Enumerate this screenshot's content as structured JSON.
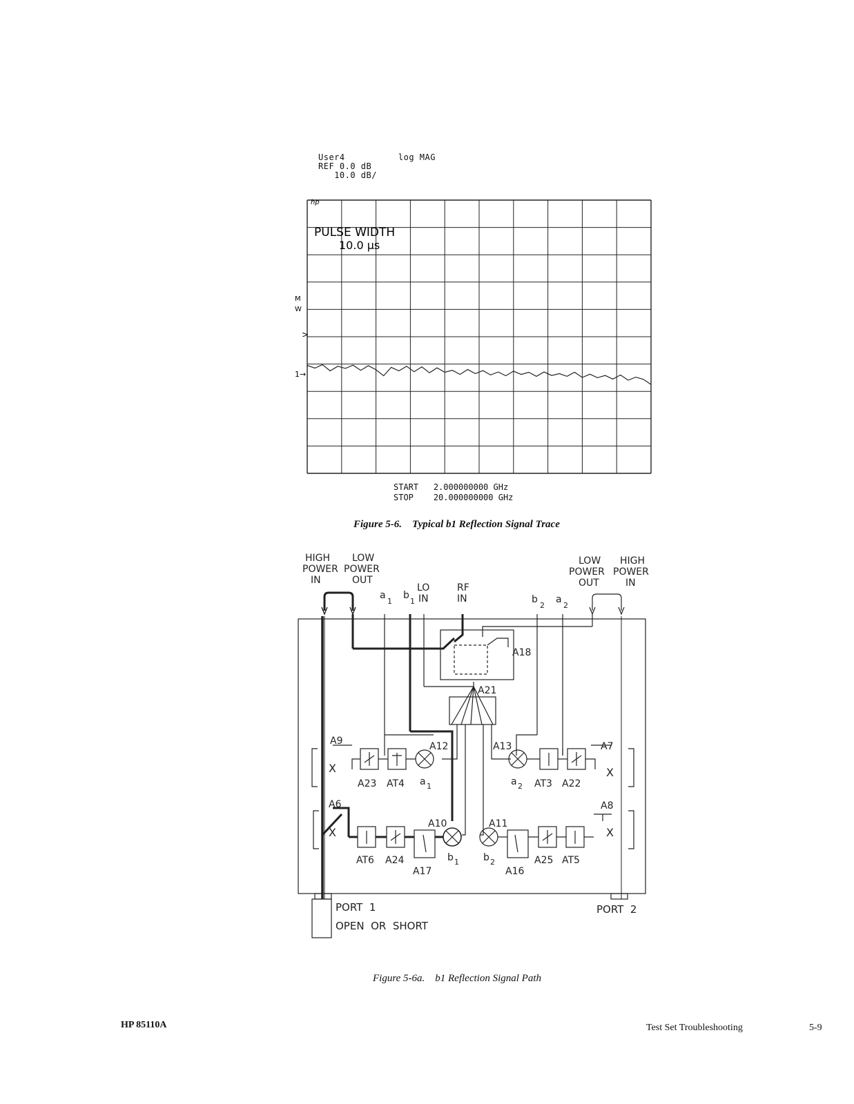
{
  "trace": {
    "header_line1_left": "User4",
    "header_line1_right": "log MAG",
    "header_line2": "REF 0.0 dB",
    "header_line3": "10.0 dB/",
    "logo": "hp",
    "annotation_line1": "PULSE WIDTH",
    "annotation_line2": "10.0 µs",
    "side_label_m": "M",
    "side_label_w": "W",
    "ref_marker": ">",
    "marker_label": "1→",
    "start_label": "START",
    "start_value": "2.000000000 GHz",
    "stop_label": "STOP",
    "stop_value": "20.000000000 GHz"
  },
  "chart_data": {
    "type": "line",
    "title": "",
    "x_start_ghz": 2.0,
    "x_stop_ghz": 20.0,
    "ref_db": 0.0,
    "scale_db_per_div": 10.0,
    "grid": true,
    "series": [
      {
        "x": [
          2.0,
          2.4,
          2.8,
          3.2,
          3.6,
          4.0,
          4.4,
          4.8,
          5.2,
          5.6,
          6.0,
          6.4,
          6.8,
          7.2,
          7.6,
          8.0,
          8.4,
          8.8,
          9.2,
          9.6,
          10.0,
          10.4,
          10.8,
          11.2,
          11.6,
          12.0,
          12.4,
          12.8,
          13.2,
          13.6,
          14.0,
          14.4,
          14.8,
          15.2,
          15.6,
          16.0,
          16.4,
          16.8,
          17.2,
          17.6,
          18.0,
          18.4,
          18.8,
          19.2,
          19.6,
          20.0
        ],
        "y": [
          -60.5,
          -61.5,
          -60.2,
          -62.5,
          -60.8,
          -61.6,
          -60.4,
          -62.3,
          -60.6,
          -62.1,
          -64.3,
          -61.2,
          -62.5,
          -60.8,
          -62.8,
          -61.0,
          -63.2,
          -61.4,
          -63.0,
          -62.3,
          -63.8,
          -62.0,
          -63.5,
          -62.4,
          -64.0,
          -62.9,
          -64.3,
          -62.6,
          -63.8,
          -63.0,
          -64.5,
          -62.9,
          -64.2,
          -63.5,
          -64.5,
          -63.0,
          -64.9,
          -63.7,
          -65.0,
          -64.2,
          -65.5,
          -64.0,
          -65.9,
          -64.8,
          -65.6,
          -67.5
        ]
      }
    ]
  },
  "figure1_caption": "Figure 5-6.    Typical b1 Reflection Signal Trace",
  "diagram": {
    "high_power_in_left": [
      "HIGH",
      "POWER",
      "IN"
    ],
    "low_power_out_left": [
      "LOW",
      "POWER",
      "OUT"
    ],
    "lo_in": [
      "LO",
      "IN"
    ],
    "rf_in": [
      "RF",
      "IN"
    ],
    "low_power_out_right": [
      "LOW",
      "POWER",
      "OUT"
    ],
    "high_power_in_right": [
      "HIGH",
      "POWER",
      "IN"
    ],
    "port_a1": "a",
    "port_b1": "b",
    "port_b2": "b",
    "port_a2": "a",
    "sub1": "1",
    "sub2": "2",
    "blocks": {
      "a18": "A18",
      "a21": "A21",
      "a12": "A12",
      "a13": "A13",
      "a9": "A9",
      "a7": "A7",
      "a6": "A6",
      "a8": "A8",
      "a23": "A23",
      "at4": "AT4",
      "at3": "AT3",
      "a22": "A22",
      "a10": "A10",
      "a11": "A11",
      "at6": "AT6",
      "a24": "A24",
      "a17": "A17",
      "a16": "A16",
      "a25": "A25",
      "at5": "AT5"
    },
    "port1": "PORT  1",
    "open_or_short": "OPEN  OR  SHORT",
    "port2": "PORT  2"
  },
  "figure2_caption": "Figure 5-6a.    b1 Reflection Signal Path",
  "footer": {
    "left": "HP 85110A",
    "section": "Test Set Troubleshooting",
    "page": "5-9"
  }
}
